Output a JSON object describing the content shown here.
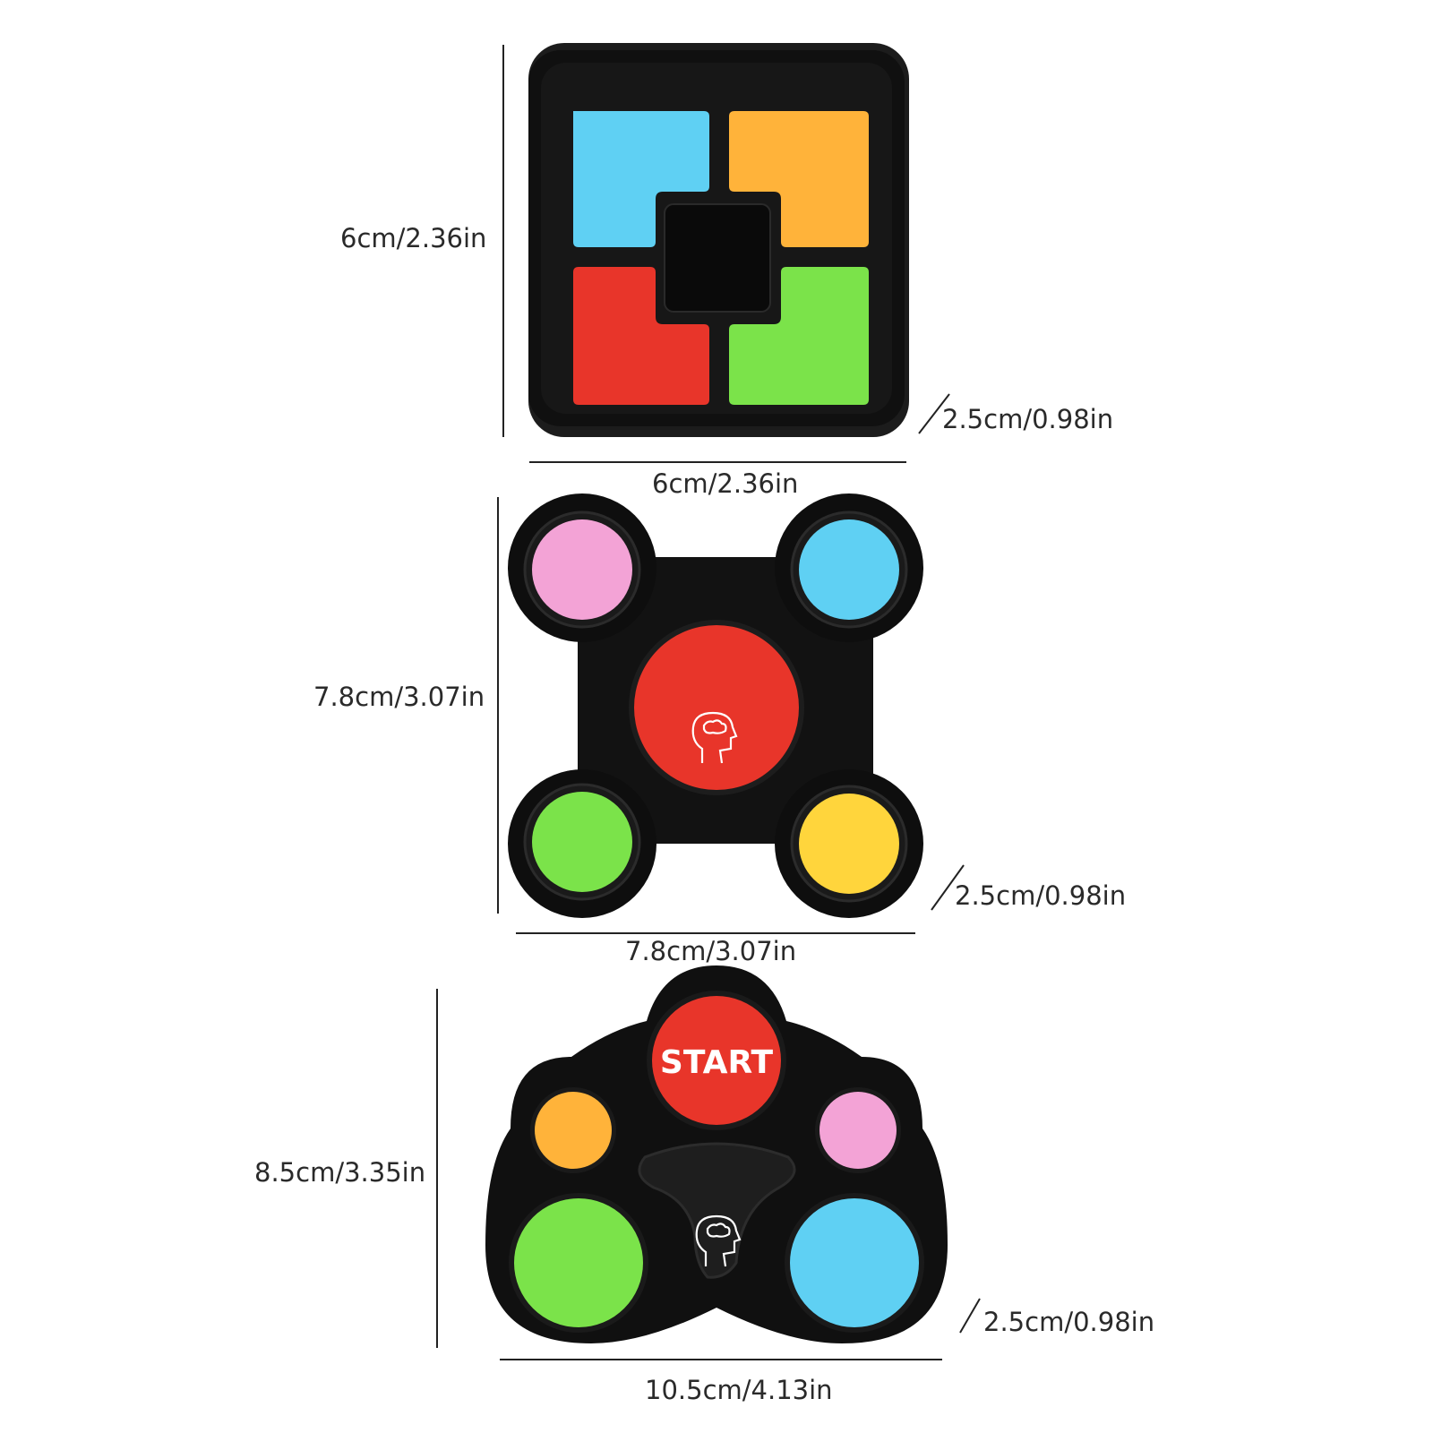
{
  "products": [
    {
      "name": "square-game",
      "height_label": "6cm/2.36in",
      "width_label": "6cm/2.36in",
      "depth_label": "2.5cm/0.98in"
    },
    {
      "name": "four-lobe-game",
      "height_label": "7.8cm/3.07in",
      "width_label": "7.8cm/3.07in",
      "depth_label": "2.5cm/0.98in"
    },
    {
      "name": "paw-game",
      "height_label": "8.5cm/3.35in",
      "width_label": "10.5cm/4.13in",
      "depth_label": "2.5cm/0.98in",
      "start_label": "START"
    }
  ],
  "colors": {
    "body": "#141414",
    "blue": "#5fd0f3",
    "orange": "#ffb33a",
    "red": "#e8352a",
    "green": "#7be34a",
    "pink": "#f3a3d6",
    "yellow": "#ffd53c"
  }
}
